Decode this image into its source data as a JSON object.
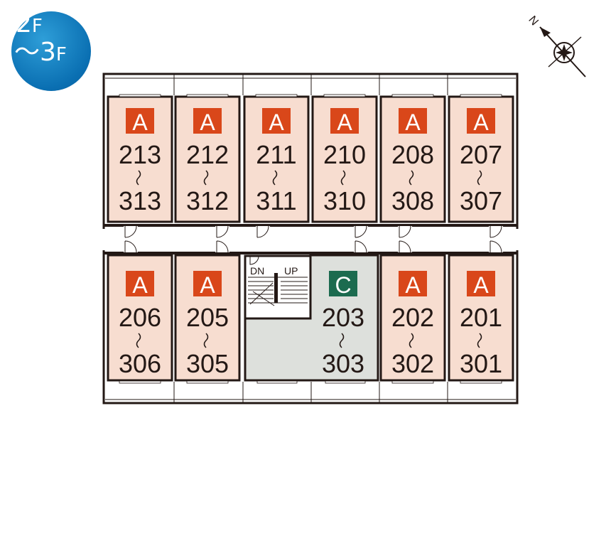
{
  "floor_badge": {
    "line1_num": "2",
    "line1_unit": "F",
    "line2_num": "〜3",
    "line2_unit": "F"
  },
  "compass": {
    "label": "N"
  },
  "colors": {
    "type_a_tag": "#d9471a",
    "type_c_tag": "#1c6b4f",
    "room_fill": "#f7ddd0",
    "type_c_fill": "#dde0dc",
    "wall": "#231815",
    "badge": "#0a6fb2"
  },
  "stairs": {
    "down_label": "DN",
    "up_label": "UP"
  },
  "rooms": [
    {
      "type": "A",
      "lower": "213",
      "upper": "313"
    },
    {
      "type": "A",
      "lower": "212",
      "upper": "312"
    },
    {
      "type": "A",
      "lower": "211",
      "upper": "311"
    },
    {
      "type": "A",
      "lower": "210",
      "upper": "310"
    },
    {
      "type": "A",
      "lower": "208",
      "upper": "308"
    },
    {
      "type": "A",
      "lower": "207",
      "upper": "307"
    },
    {
      "type": "A",
      "lower": "206",
      "upper": "306"
    },
    {
      "type": "A",
      "lower": "205",
      "upper": "305"
    },
    {
      "type": "C",
      "lower": "203",
      "upper": "303"
    },
    {
      "type": "A",
      "lower": "202",
      "upper": "302"
    },
    {
      "type": "A",
      "lower": "201",
      "upper": "301"
    }
  ]
}
